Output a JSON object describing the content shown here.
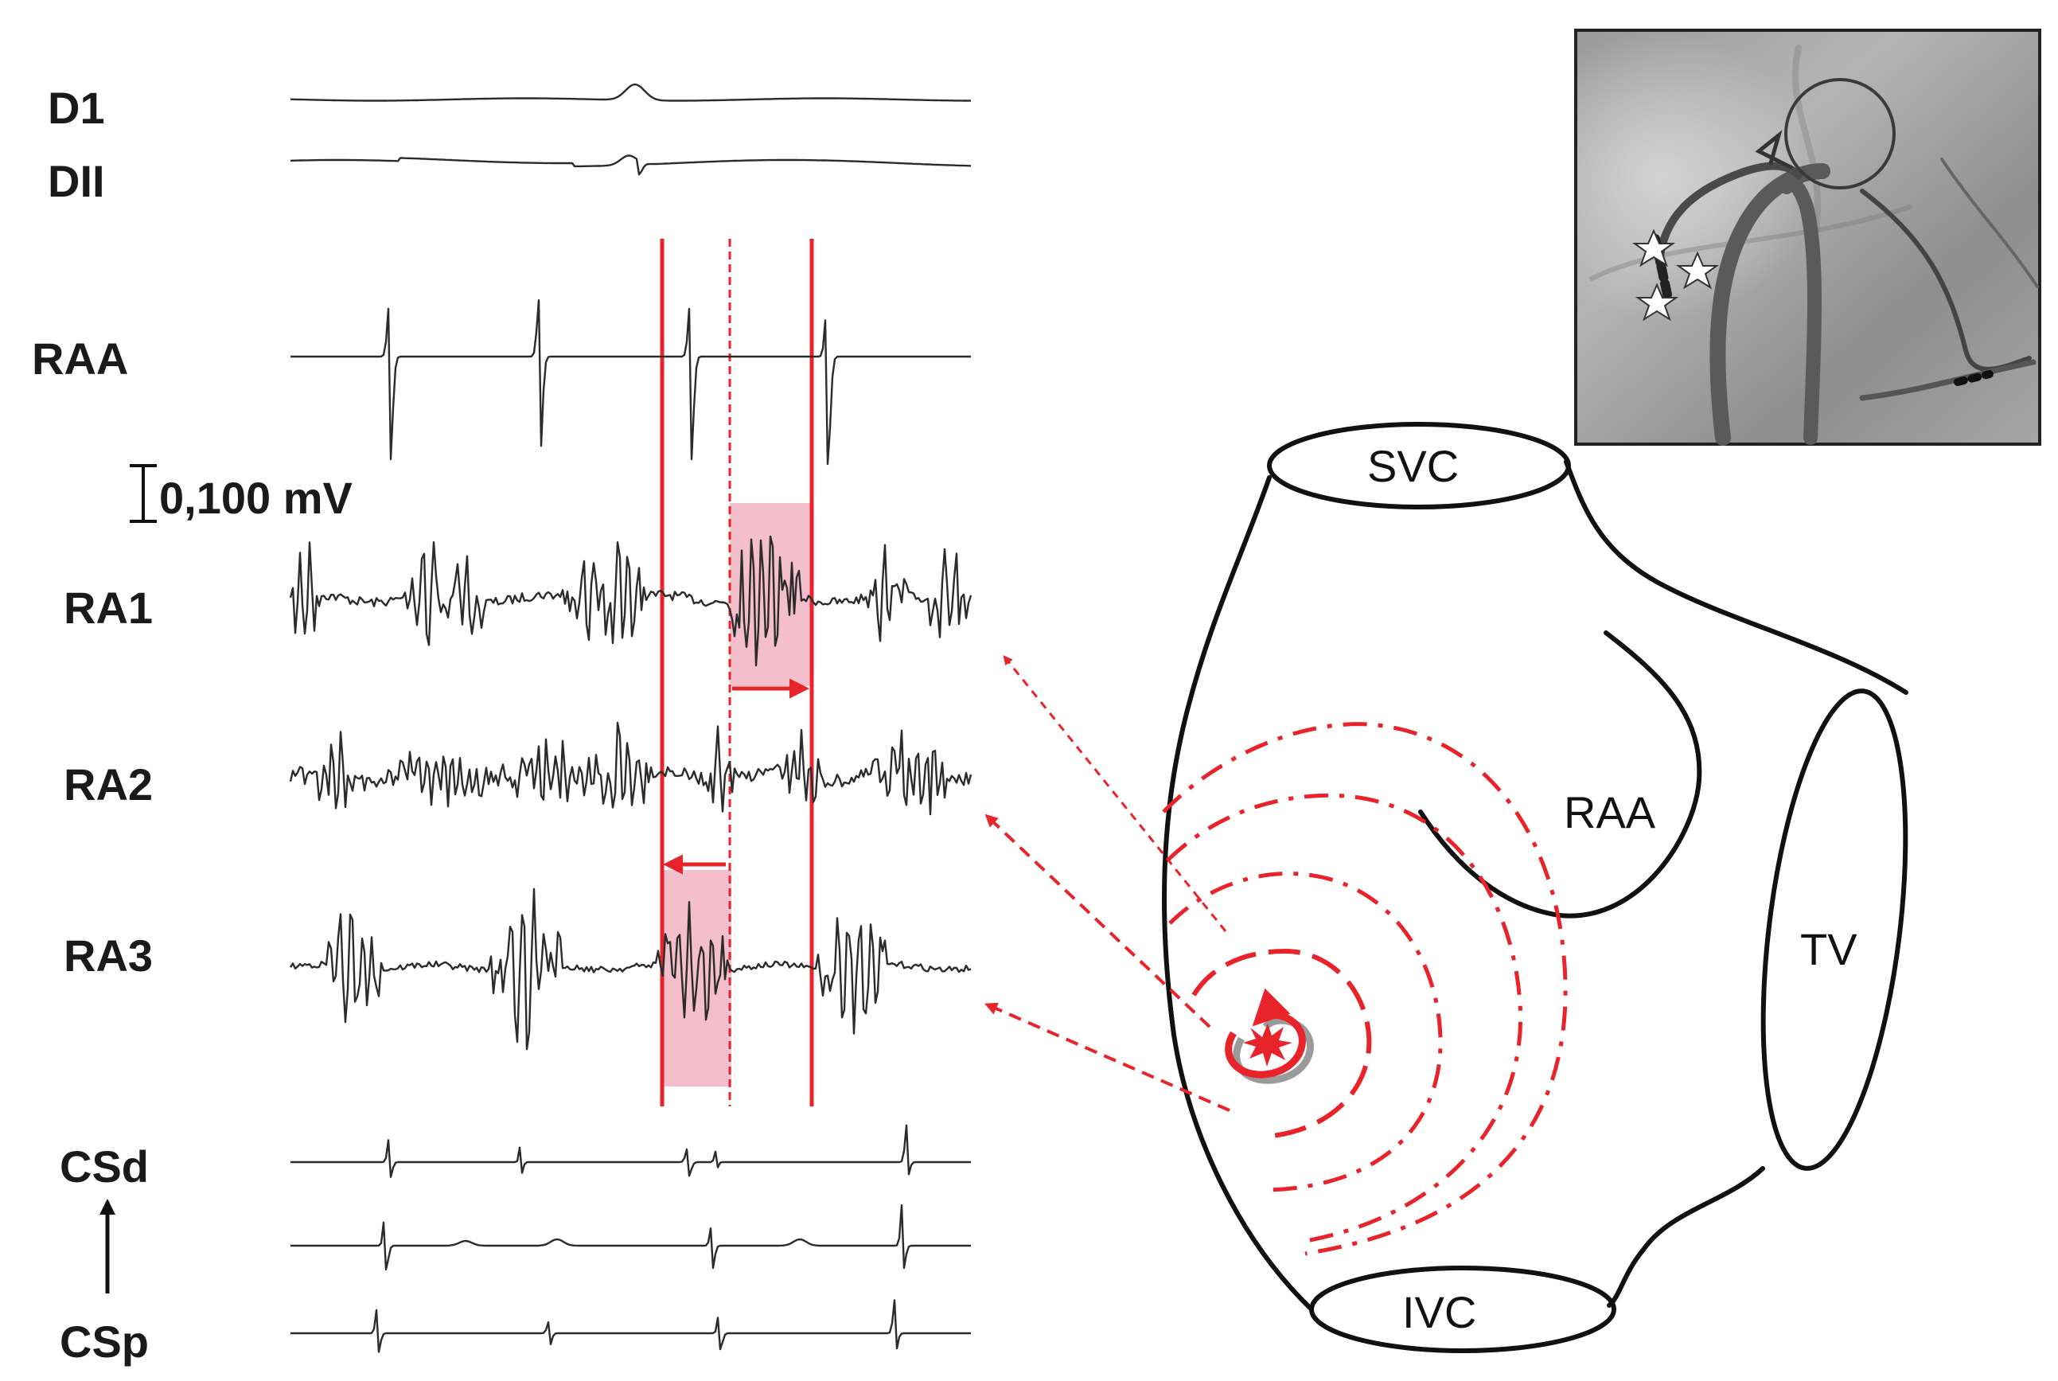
{
  "leads": {
    "d1": "D1",
    "dii": "DII",
    "raa": "RAA",
    "ra1": "RA1",
    "ra2": "RA2",
    "ra3": "RA3",
    "csd": "CSd",
    "csp": "CSp"
  },
  "scale_bar": "0,100 mV",
  "anatomy": {
    "svc": "SVC",
    "ivc": "IVC",
    "raa": "RAA",
    "tv": "TV"
  },
  "colors": {
    "highlight_red": "#e8232a",
    "window_fill": "#f2b3c4",
    "trace": "#2b2b2b",
    "outline": "#111111"
  },
  "icons": {
    "activation_origin": "star-burst-icon",
    "electrode_markers": "star-icon"
  }
}
